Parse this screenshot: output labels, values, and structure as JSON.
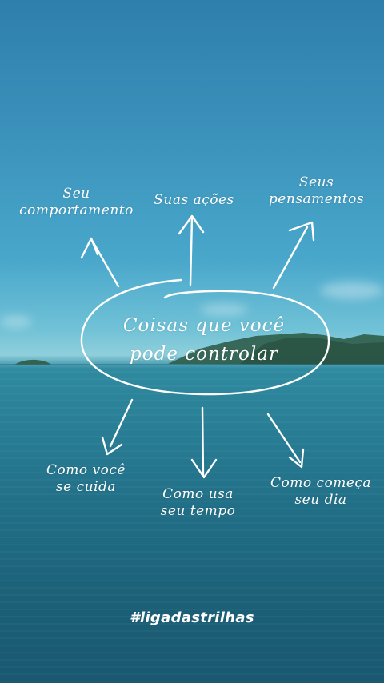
{
  "center": {
    "text": "Coisas que você pode controlar"
  },
  "top_labels": [
    {
      "text": "Seu comportamento"
    },
    {
      "text": "Suas ações"
    },
    {
      "text": "Seus pensamentos"
    }
  ],
  "bottom_labels": [
    {
      "text": "Como você se cuida"
    },
    {
      "text": "Como usa seu tempo"
    },
    {
      "text": "Como começa seu dia"
    }
  ],
  "hashtag": "#ligadastrilhas"
}
